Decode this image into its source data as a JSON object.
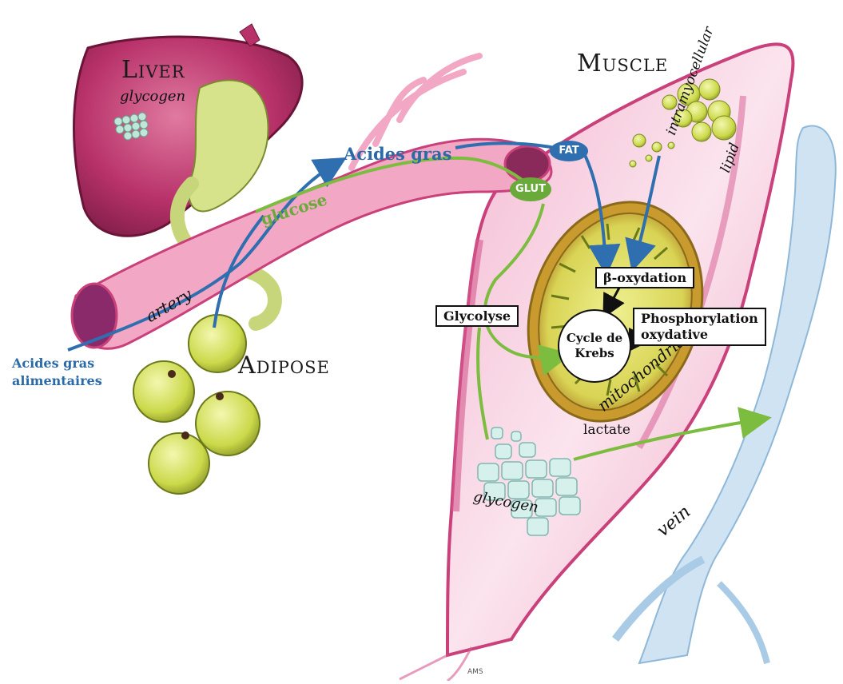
{
  "labels": {
    "liver": "Liver",
    "muscle": "Muscle",
    "adipose": "Adipose",
    "liver_glycogen": "glycogen",
    "muscle_glycogen": "glycogen",
    "artery": "artery",
    "vein": "vein",
    "mitochondria": "mitochondria",
    "lactate": "lactate",
    "intramyocellular_1": "intramyocellular",
    "intramyocellular_2": "lipid",
    "glucose": "glucose",
    "acides_gras": "Acides gras",
    "acides_gras_alim_1": "Acides gras",
    "acides_gras_alim_2": "alimentaires",
    "fat": "FAT",
    "glut": "GLUT",
    "beta_oxydation": "β-oxydation",
    "glycolyse": "Glycolyse",
    "cycle_krebs_1": "Cycle de",
    "cycle_krebs_2": "Krebs",
    "phospho_1": "Phosphorylation",
    "phospho_2": "oxydative",
    "credit": "AMS"
  },
  "colors": {
    "fatty_acid_pathway": "#2f6fb0",
    "glucose_pathway": "#7cbc3f",
    "muscle": "#d65a8f",
    "liver": "#b02a5a",
    "adipocyte": "#cfe05a",
    "vein": "#b9d7ec",
    "mitochondria": "#d9c25a"
  }
}
